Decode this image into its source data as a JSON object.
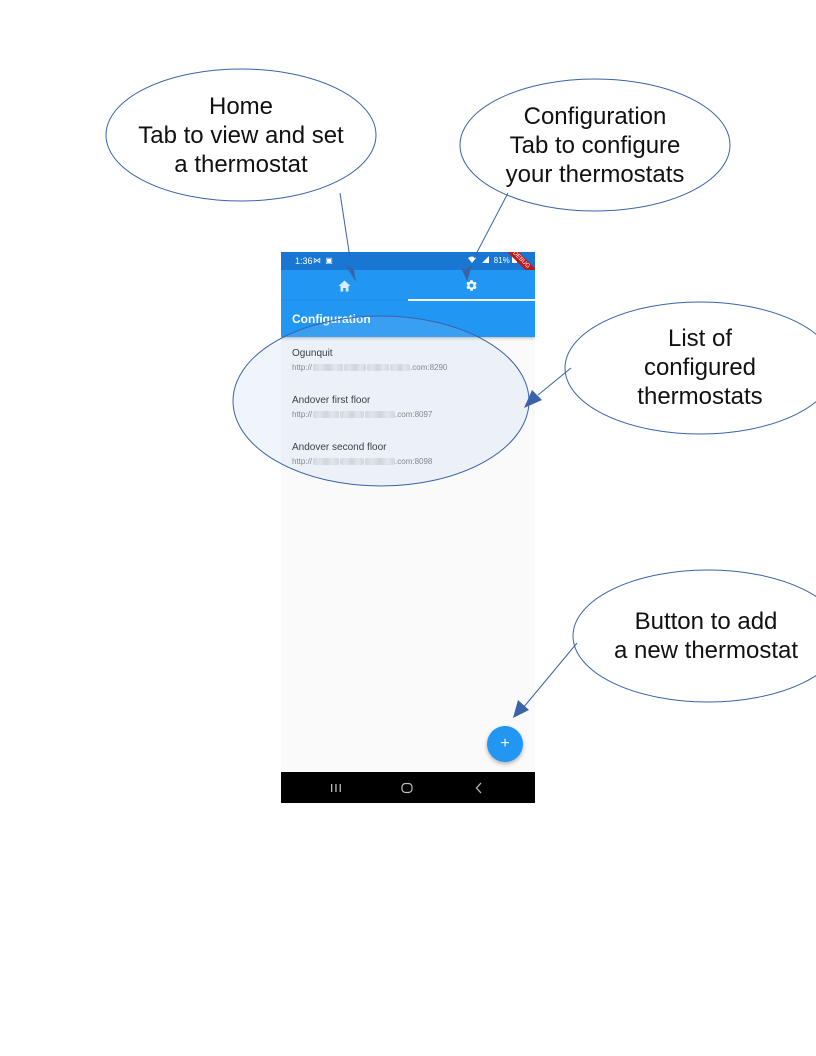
{
  "status_bar": {
    "time": "1:36",
    "notification_icons": "⋈ ▣",
    "battery": "81%",
    "debug_label": "DEBUG"
  },
  "tabs": [
    {
      "icon": "home-icon"
    },
    {
      "icon": "gear-icon"
    }
  ],
  "app_bar": {
    "title": "Configuration"
  },
  "thermostats": [
    {
      "name": "Ogunquit",
      "url_prefix": "http://",
      "url_suffix": ".com:8290"
    },
    {
      "name": "Andover first floor",
      "url_prefix": "http://",
      "url_suffix": ".com:8097"
    },
    {
      "name": "Andover second floor",
      "url_prefix": "http://",
      "url_suffix": ".com:8098"
    }
  ],
  "fab": {
    "label": "+"
  },
  "callouts": {
    "home": [
      "Home",
      "Tab to view and set",
      "a thermostat"
    ],
    "configuration": [
      "Configuration",
      "Tab to configure",
      "your thermostats"
    ],
    "list": [
      "List of",
      "configured",
      "thermostats"
    ],
    "add": [
      "Button to add",
      "a new thermostat"
    ]
  },
  "colors": {
    "primary": "#2196f3",
    "primary_dark": "#1976d2",
    "callout_stroke": "#3a63a8"
  }
}
